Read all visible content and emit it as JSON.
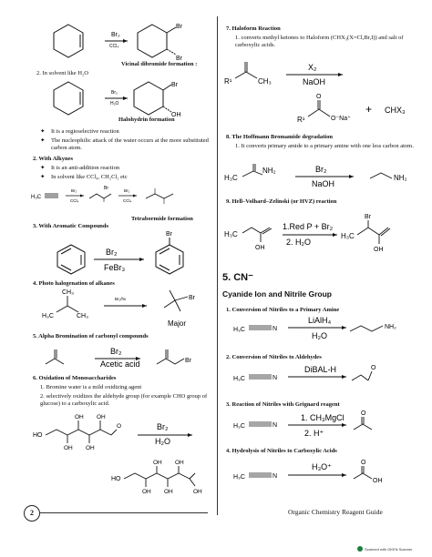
{
  "left": {
    "r1": {
      "arrow_top": "Br₂",
      "arrow_bottom": "CCl₄",
      "p_br1": "Br",
      "p_br2": "Br",
      "caption": "Vicinal dibromide formation :"
    },
    "item2": "2.  In solvent like H₂O",
    "r2": {
      "arrow_top": "Br₂",
      "arrow_bottom": "H₂O",
      "p_br": "Br",
      "p_oh": "OH",
      "caption": "Halohydrin formation"
    },
    "bullets1": [
      "It is a regioselective reaction",
      "The nucleophilic attack of the water occurs at the more substituted carbon atom."
    ],
    "sec2": "2.  With Alkynes",
    "bullets2": [
      "It is an anti-addition reaction",
      "In solvent like CCl₄, CH₂Cl₂ etc"
    ],
    "r3": {
      "h3c": "H₃C",
      "a1t": "Br₂",
      "a1b": "CCl₄",
      "br": "Br",
      "a2t": "Br₂",
      "a2b": "CCl₄",
      "caption": "Tetrabormide formation"
    },
    "sec3": "3.  With Aromatic Compounds",
    "r4": {
      "top": "Br₂",
      "bottom": "FeBr₃",
      "br": "Br"
    },
    "sec4": "4.  Photo halogenation of alkanes",
    "r5": {
      "ch3": "CH₃",
      "h3c": "H₃C",
      "ch3b": "CH₃",
      "arrow_top": "Br₂/hν",
      "br": "Br",
      "major": "Major"
    },
    "sec5": "5.  Alpha Bromination of carbonyl compounds",
    "r6": {
      "top": "Br₂",
      "bottom": "Acetic acid",
      "br": "Br"
    },
    "sec6": "6.  Oxidation of Monosaccharides",
    "items6": [
      "1.  Bromine water is a mild oxidizing agent",
      "2.  selectively oxidizes the aldehyde group (for example CHO group of glucose) to a carboxylic acid."
    ],
    "r7": {
      "oh": "OH",
      "ho": "HO",
      "top": "Br₂",
      "bottom": "H₂O"
    }
  },
  "right": {
    "sec7": "7.  Haloform Reaction",
    "items7": [
      "1.  converts methyl ketones to Haloform (CHX₃(X=Cl,Br,I)) and salt of carboxylic acids."
    ],
    "r8": {
      "r1": "R¹",
      "ch3": "CH₃",
      "top": "X₂",
      "bottom": "NaOH",
      "o": "O",
      "na": "O⁻Na⁺",
      "plus": "+",
      "chx3": "CHX₃"
    },
    "sec8": "8.  The Hoffmann Bromamide degradation",
    "items8": [
      "1.  It converts primary amide to a primary amine with one less carbon atom."
    ],
    "r9": {
      "h3c": "H₃C",
      "nh2": "NH₂",
      "top": "Br₂",
      "bottom": "NaOH",
      "nh2b": "NH₂"
    },
    "sec9": "9.  Hell–Volhard–Zelinski (or HVZ) reaction",
    "r10": {
      "h3c": "H₃C",
      "oh": "OH",
      "top": "1.Red P + Br₂",
      "bottom": "2. H₂O",
      "br": "Br",
      "oh2": "OH"
    },
    "cn_title": "5. CN⁻",
    "cn_sub": "Cyanide Ion and Nitrile Group",
    "c1": "1.  Conversion of Nitriles to a Primary Amine",
    "c1r": {
      "h3c": "H₃C",
      "n": "N",
      "top": "LiAlH₄",
      "bottom": "H₂O",
      "nh2": "NH₂"
    },
    "c2": "2.  Conversion of Nitriles to Aldehydes",
    "c2r": {
      "h3c": "H₃C",
      "n": "N",
      "top": "DiBAL-H",
      "o": "O"
    },
    "c3": "3.  Reaction of Nitriles with Grignard reagent",
    "c3r": {
      "h3c": "H₃C",
      "n": "N",
      "top": "1. CH₃MgCl",
      "bottom": "2. H⁺",
      "o": "O"
    },
    "c4": "4.  Hydrolysis of Nitriles to Carboxylic Acids",
    "c4r": {
      "h3c": "H₃C",
      "n": "N",
      "top": "H₃O⁺",
      "o": "O",
      "oh": "OH"
    }
  },
  "footer": {
    "page": "2",
    "title": "Organic Chemistry Reagent Guide",
    "scan": "Scanned with OKEN Scanner"
  }
}
